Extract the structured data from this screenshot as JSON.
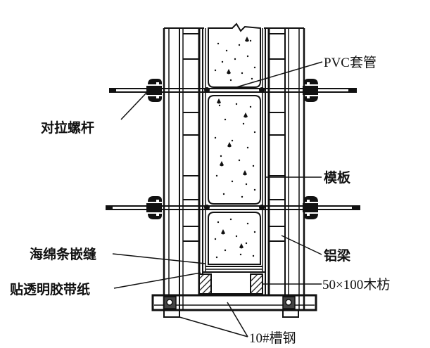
{
  "title": "对拉螺杆模板加固节点",
  "labels": {
    "pvc_sleeve": "PVC套管",
    "tie_rod": "对拉螺杆",
    "formwork": "模板",
    "aluminum_beam": "铝梁",
    "sponge_strip": "海绵条嵌缝",
    "tape": "贴透明胶带纸",
    "timber": "50×100木枋",
    "channel_steel": "10#槽钢"
  },
  "colors": {
    "line": "#111111",
    "background": "#ffffff"
  }
}
